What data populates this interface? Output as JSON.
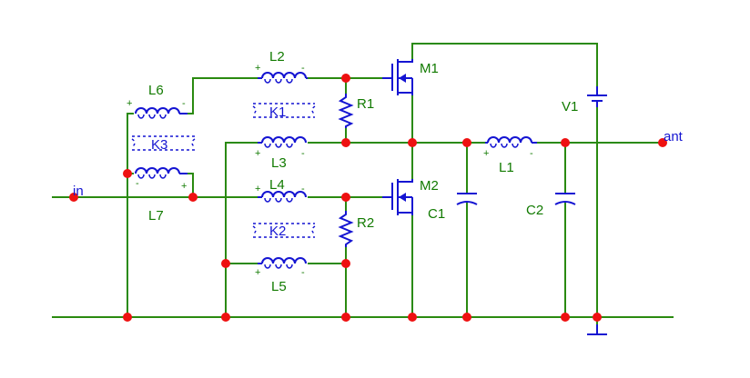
{
  "components": {
    "l2": {
      "ref": "L2",
      "plus": "+",
      "minus": "-"
    },
    "l3": {
      "ref": "L3",
      "plus": "+",
      "minus": "-"
    },
    "l4": {
      "ref": "L4",
      "plus": "+",
      "minus": "-"
    },
    "l5": {
      "ref": "L5",
      "plus": "+",
      "minus": "-"
    },
    "l6": {
      "ref": "L6",
      "plus": "+",
      "minus": "-"
    },
    "l7": {
      "ref": "L7",
      "plus": "+",
      "minus": "-"
    },
    "l1": {
      "ref": "L1",
      "plus": "+",
      "minus": "-"
    },
    "k1": {
      "ref": "K1"
    },
    "k2": {
      "ref": "K2"
    },
    "k3": {
      "ref": "K3"
    },
    "r1": {
      "ref": "R1"
    },
    "r2": {
      "ref": "R2"
    },
    "m1": {
      "ref": "M1"
    },
    "m2": {
      "ref": "M2"
    },
    "c1": {
      "ref": "C1"
    },
    "c2": {
      "ref": "C2"
    },
    "v1": {
      "ref": "V1"
    }
  },
  "ports": {
    "input": "in",
    "output": "ant"
  },
  "colors": {
    "wire": "#2a8a10",
    "component": "#1414d2",
    "node": "#ee1111",
    "label": "#117a00",
    "port_label": "#1414d2"
  }
}
